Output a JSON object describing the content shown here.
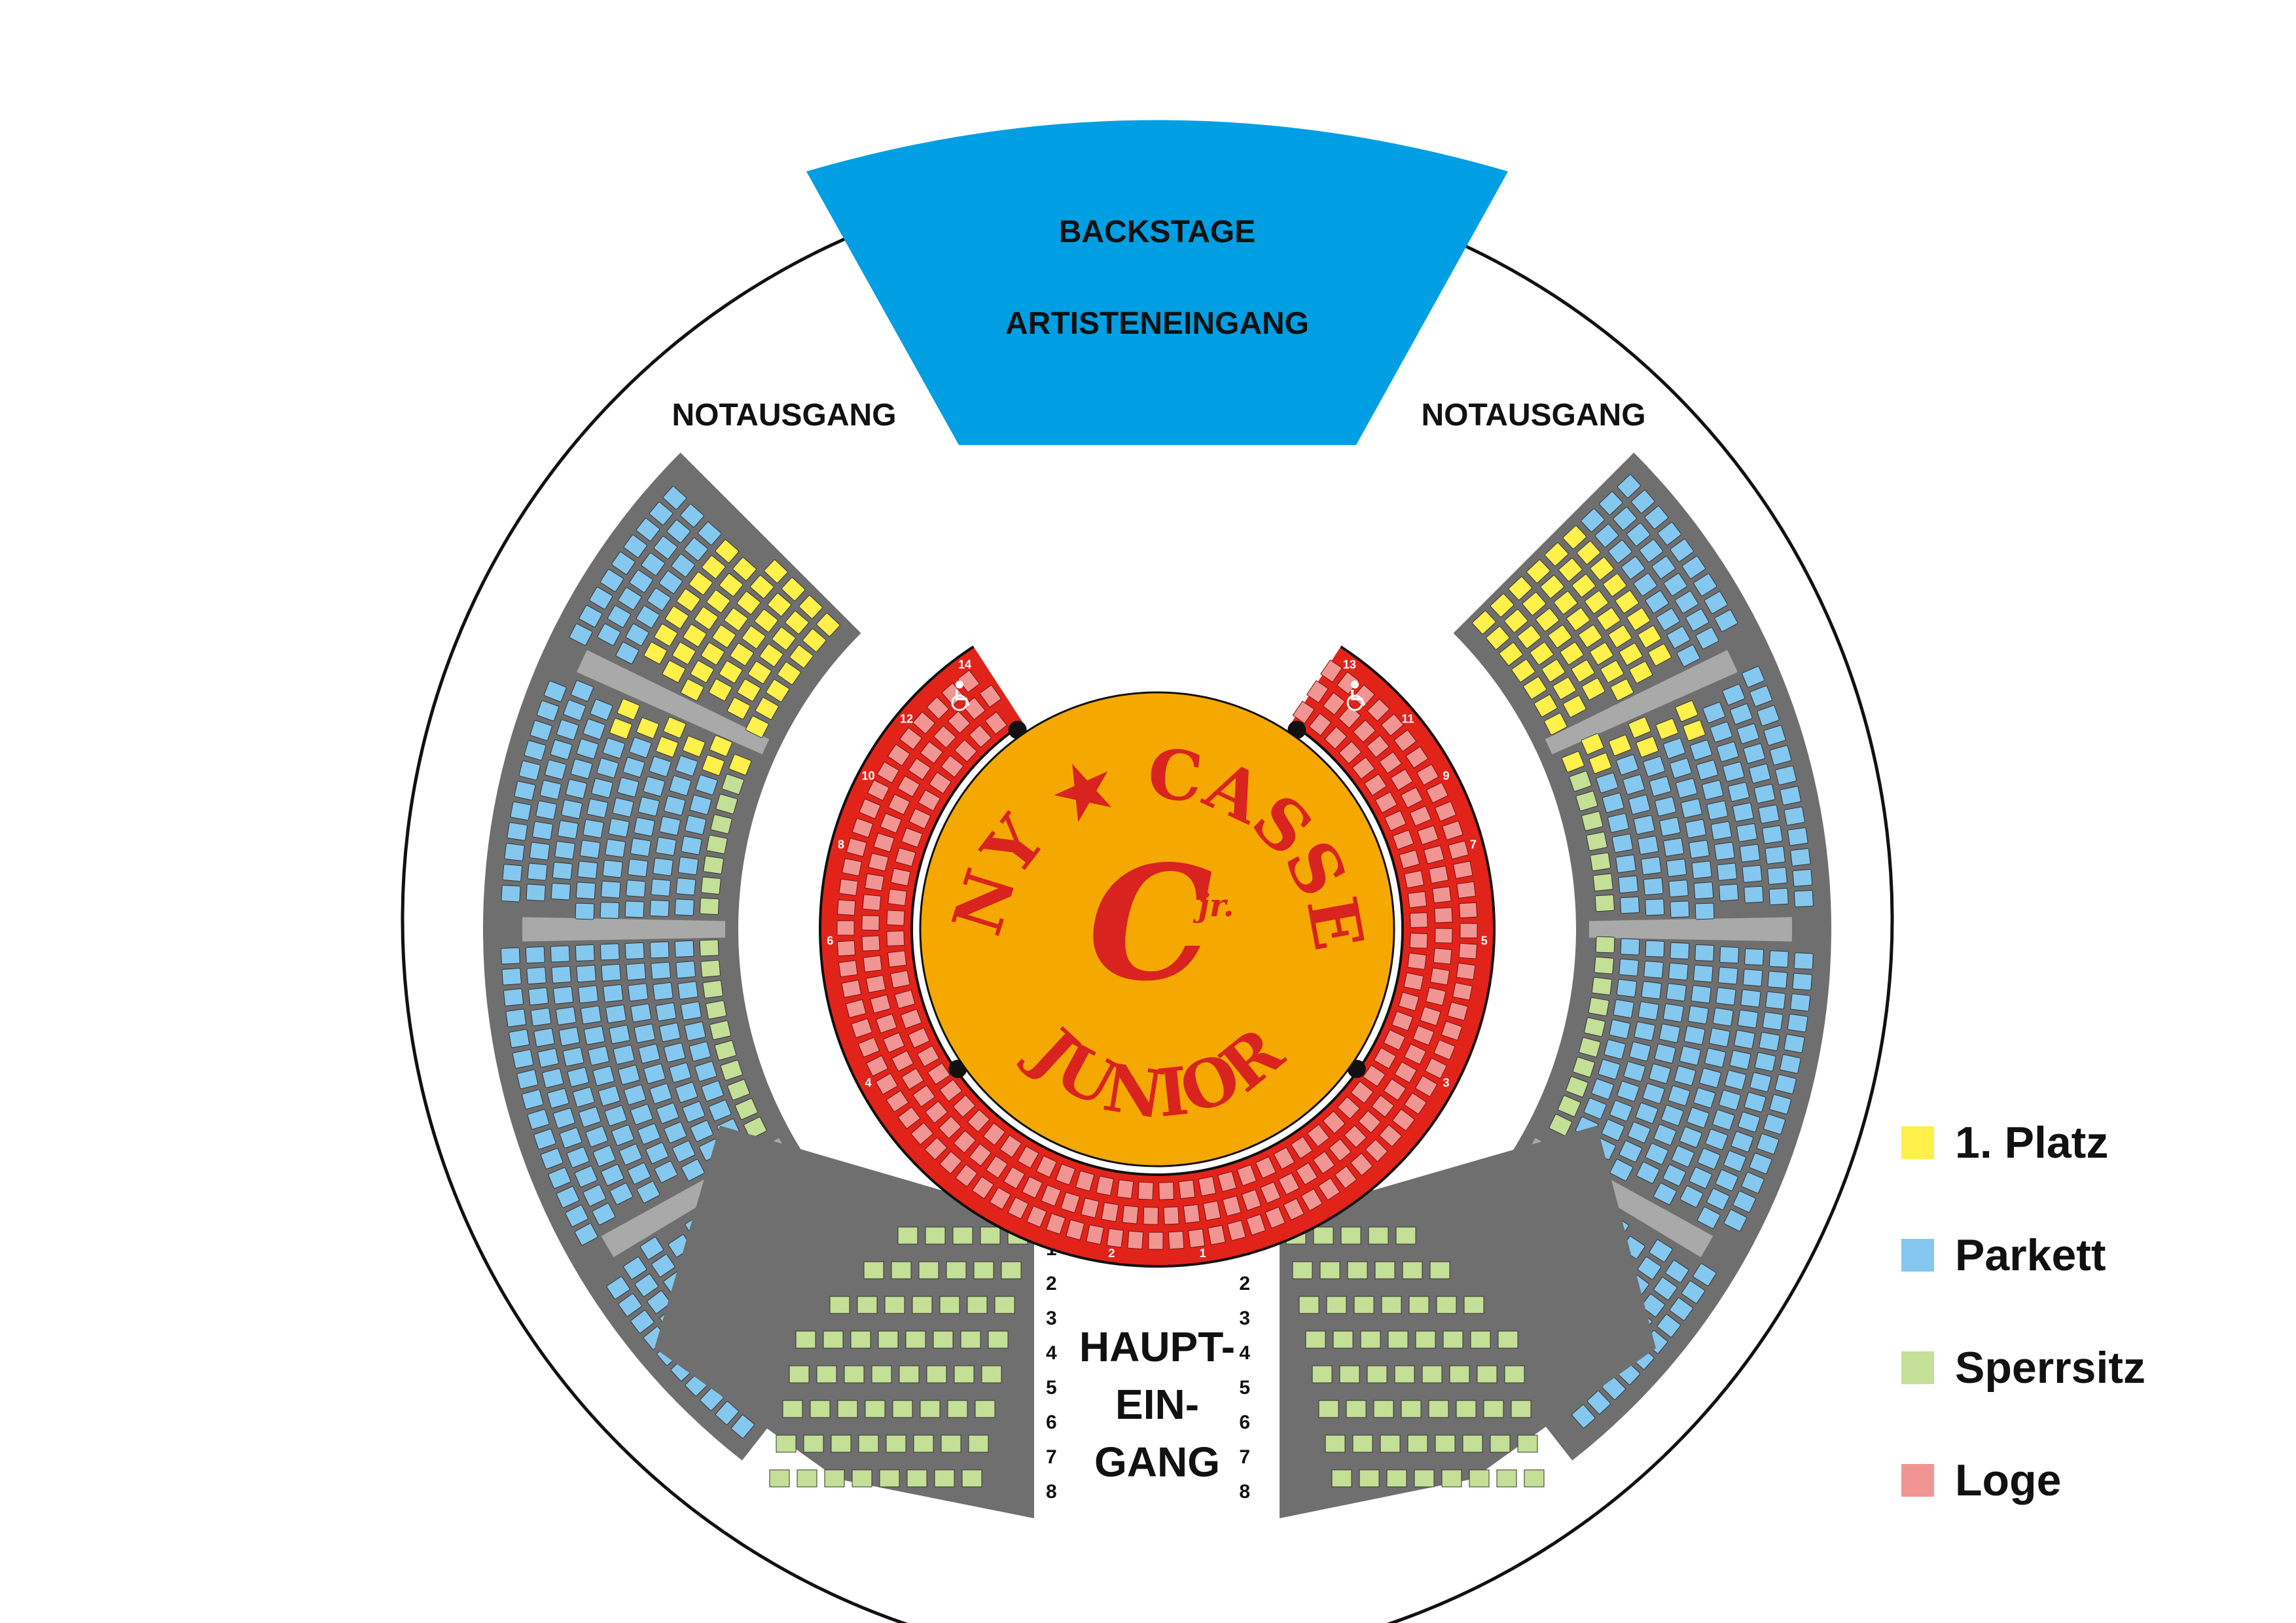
{
  "labels": {
    "backstage": "BACKSTAGE",
    "artist_entrance": "ARTISTENEINGANG",
    "emergency_exit_left": "NOTAUSGANG",
    "emergency_exit_right": "NOTAUSGANG",
    "main_entrance_line1": "HAUPT-",
    "main_entrance_line2": "EIN-",
    "main_entrance_line3": "GANG"
  },
  "brand": {
    "word1": "JONNY",
    "word2": "CASSELLY",
    "word3": "JUNIOR",
    "monogram": "C",
    "suffix": "jr."
  },
  "legend": [
    {
      "label": "1. Platz",
      "color": "#fff04a"
    },
    {
      "label": "Parkett",
      "color": "#84c8f0"
    },
    {
      "label": "Sperrsitz",
      "color": "#c4df96"
    },
    {
      "label": "Loge",
      "color": "#f19593"
    }
  ],
  "row_numbers_left": [
    "1",
    "2",
    "3",
    "4",
    "5",
    "6",
    "7",
    "8"
  ],
  "row_numbers_right": [
    "1",
    "2",
    "3",
    "4",
    "5",
    "6",
    "7",
    "8"
  ],
  "loge_sections": [
    "1",
    "2",
    "3",
    "4",
    "5",
    "6",
    "7",
    "8",
    "9",
    "10",
    "11",
    "12",
    "13",
    "14"
  ],
  "colors": {
    "backstage": "#009fe3",
    "ring": "#f5a800",
    "loge_band": "#e2231a",
    "seating_block": "#6f6f6f",
    "aisle": "#a9a9a9",
    "outline": "#111111"
  },
  "icons": [
    "wheelchair-icon"
  ]
}
